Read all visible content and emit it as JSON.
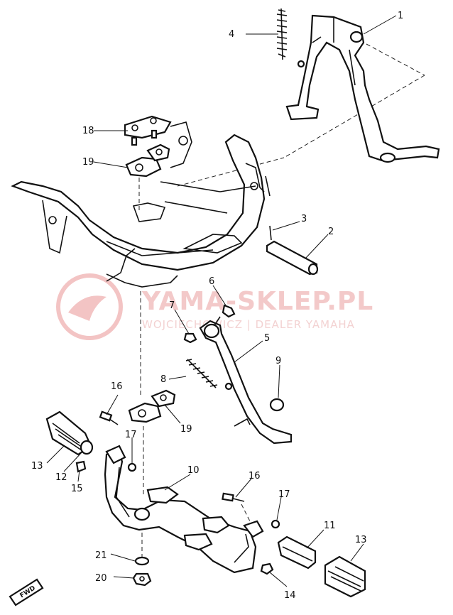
{
  "watermark": {
    "brand": "YAMA-SKLEP.PL",
    "dealer": "WOJCIECHOWICZ | DEALER YAMAHA"
  },
  "direction_marker": "FWD",
  "callouts": [
    "1",
    "2",
    "3",
    "4",
    "5",
    "6",
    "7",
    "8",
    "9",
    "10",
    "11",
    "12",
    "13",
    "13",
    "14",
    "15",
    "16",
    "16",
    "17",
    "17",
    "18",
    "19",
    "19",
    "20",
    "21"
  ],
  "colors": {
    "line": "#111111",
    "watermark": "#f3c9c9"
  }
}
